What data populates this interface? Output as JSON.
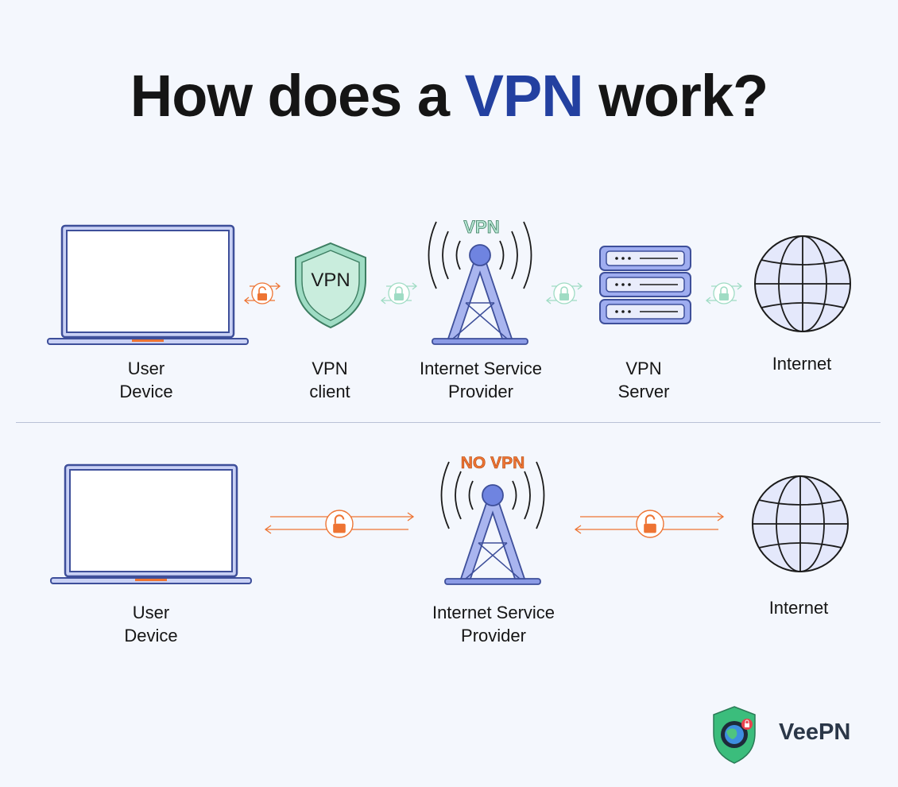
{
  "title": {
    "prefix": "How does a ",
    "accent": "VPN",
    "suffix": " work?"
  },
  "colors": {
    "title_accent": "#2340a0",
    "device_stroke": "#3e4f9a",
    "device_fill": "#c9d1f5",
    "unsecured_orange": "#ee7433",
    "secured_mint": "#9fdcc4",
    "shield_green": "#3d7e62",
    "globe_fill": "#e4e8fb"
  },
  "with_vpn": {
    "tower_badge": "VPN",
    "shield_text": "VPN",
    "nodes": [
      {
        "label": "User\nDevice",
        "icon": "laptop-icon"
      },
      {
        "label": "VPN\nclient",
        "icon": "shield-icon"
      },
      {
        "label": "Internet Service\nProvider",
        "icon": "cell-tower-icon"
      },
      {
        "label": "VPN\nServer",
        "icon": "server-icon"
      },
      {
        "label": "Internet",
        "icon": "globe-icon"
      }
    ],
    "links": [
      {
        "icon": "unlocked-padlock-icon",
        "state": "unencrypted"
      },
      {
        "icon": "locked-padlock-icon",
        "state": "encrypted"
      },
      {
        "icon": "locked-padlock-icon",
        "state": "encrypted"
      },
      {
        "icon": "locked-padlock-icon",
        "state": "encrypted"
      }
    ]
  },
  "without_vpn": {
    "tower_badge": "NO VPN",
    "nodes": [
      {
        "label": "User\nDevice",
        "icon": "laptop-icon"
      },
      {
        "label": "Internet Service\nProvider",
        "icon": "cell-tower-icon"
      },
      {
        "label": "Internet",
        "icon": "globe-icon"
      }
    ],
    "links": [
      {
        "icon": "unlocked-padlock-icon",
        "state": "unencrypted"
      },
      {
        "icon": "unlocked-padlock-icon",
        "state": "unencrypted"
      }
    ]
  },
  "brand": {
    "name": "VeePN",
    "logo_icon": "veepn-shield-logo-icon"
  }
}
